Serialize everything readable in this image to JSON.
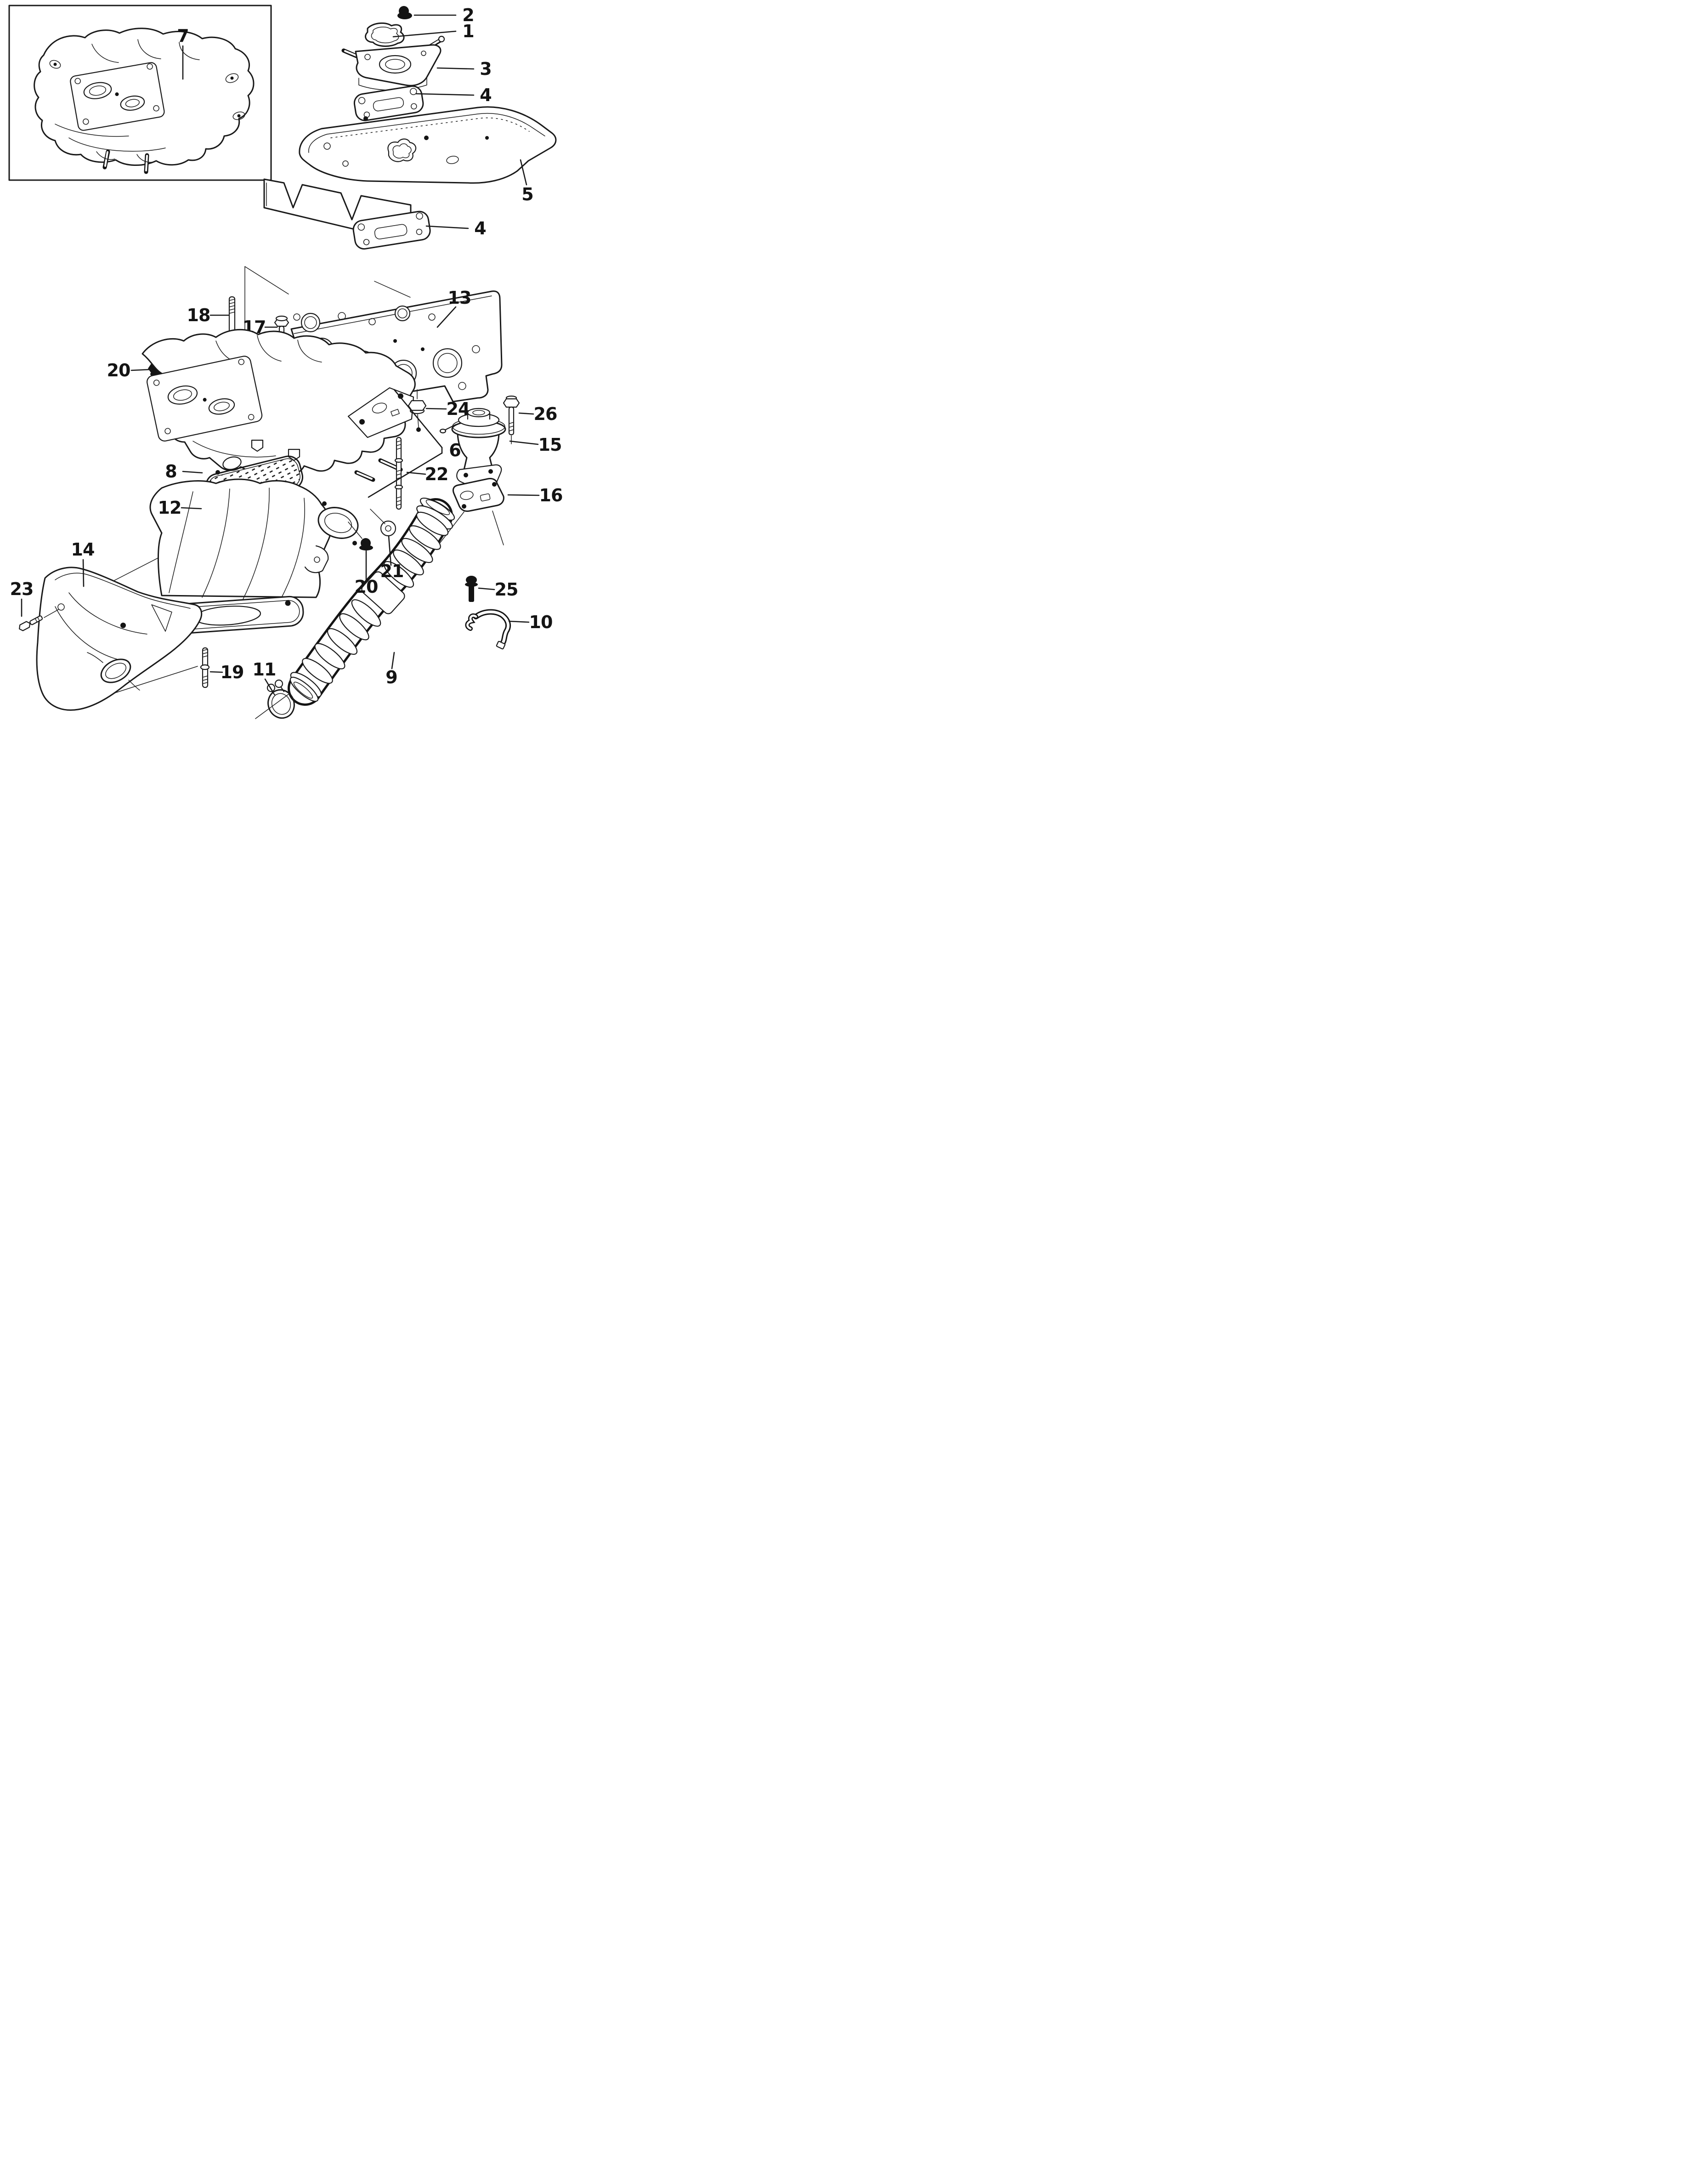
{
  "figure": {
    "type": "exploded-parts-diagram",
    "colors": {
      "background": "#ffffff",
      "line": "#1a1a1a"
    }
  },
  "callouts": {
    "c1": {
      "label": "1"
    },
    "c2": {
      "label": "2"
    },
    "c3": {
      "label": "3"
    },
    "c4a": {
      "label": "4"
    },
    "c4b": {
      "label": "4"
    },
    "c5": {
      "label": "5"
    },
    "c6": {
      "label": "6"
    },
    "c7": {
      "label": "7"
    },
    "c8": {
      "label": "8"
    },
    "c9": {
      "label": "9"
    },
    "c10": {
      "label": "10"
    },
    "c11": {
      "label": "11"
    },
    "c12": {
      "label": "12"
    },
    "c13": {
      "label": "13"
    },
    "c14": {
      "label": "14"
    },
    "c15": {
      "label": "15"
    },
    "c16": {
      "label": "16"
    },
    "c17": {
      "label": "17"
    },
    "c18": {
      "label": "18"
    },
    "c19": {
      "label": "19"
    },
    "c20a": {
      "label": "20"
    },
    "c20b": {
      "label": "20"
    },
    "c21": {
      "label": "21"
    },
    "c22": {
      "label": "22"
    },
    "c23": {
      "label": "23"
    },
    "c24": {
      "label": "24"
    },
    "c25": {
      "label": "25"
    },
    "c26": {
      "label": "26"
    }
  }
}
